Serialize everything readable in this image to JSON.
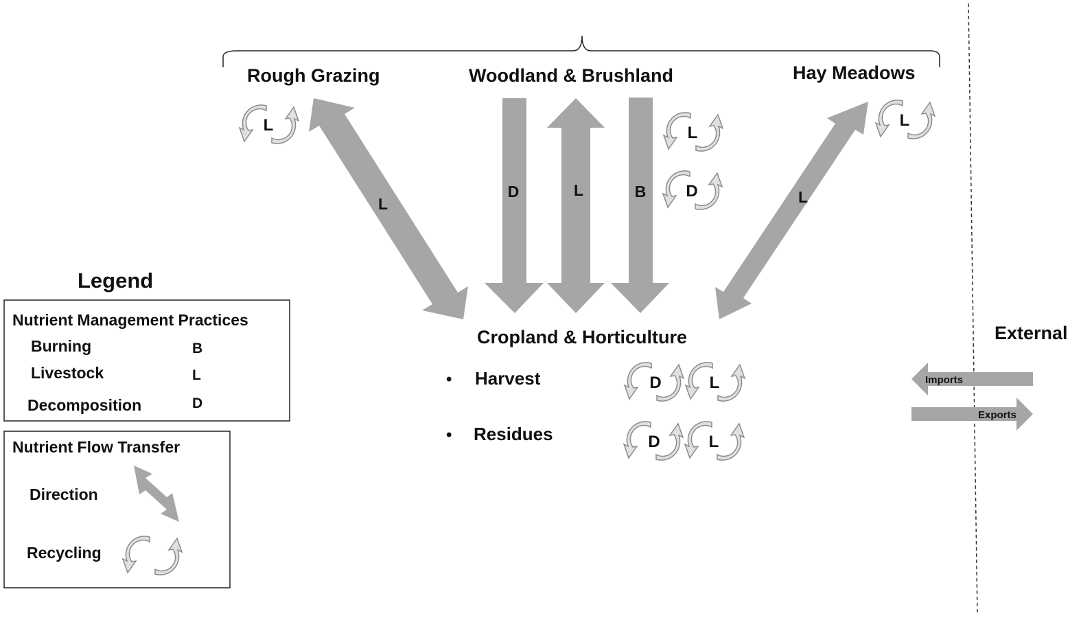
{
  "colors": {
    "arrow": "#a6a6a6",
    "cycle": "#e0e0e0",
    "cycle_stroke": "#8c8c8c",
    "text": "#111111"
  },
  "regions": {
    "rough_grazing": "Rough Grazing",
    "woodland": "Woodland & Brushland",
    "hay_meadows": "Hay Meadows",
    "cropland": "Cropland & Horticulture"
  },
  "cropland_items": [
    "Harvest",
    "Residues"
  ],
  "external": {
    "title": "External",
    "imports": "Imports",
    "exports": "Exports"
  },
  "arrow_labels": {
    "rough": "L",
    "wood_d": "D",
    "wood_l": "L",
    "wood_b": "B",
    "hay": "L"
  },
  "cycle_labels": {
    "rough": "L",
    "wood_1": "L",
    "wood_2": "D",
    "hay": "L",
    "harvest_1": "D",
    "harvest_2": "L",
    "residues_1": "D",
    "residues_2": "L"
  },
  "legend": {
    "title": "Legend",
    "practices_title": "Nutrient Management Practices",
    "practices": [
      {
        "name": "Burning",
        "code": "B"
      },
      {
        "name": "Livestock",
        "code": "L"
      },
      {
        "name": "Decomposition",
        "code": "D"
      }
    ],
    "flow_title": "Nutrient Flow Transfer",
    "direction": "Direction",
    "recycling": "Recycling"
  }
}
